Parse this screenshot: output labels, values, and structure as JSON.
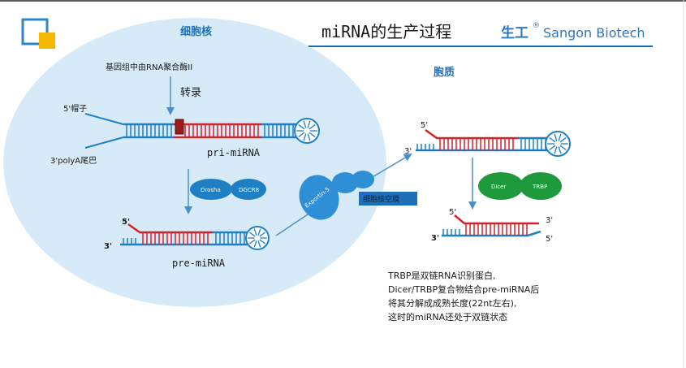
{
  "header": {
    "title": "miRNA的生产过程",
    "brand_cn": "生工",
    "brand_mark": "®",
    "brand_en": "Sangon Biotech"
  },
  "nucleus": {
    "label": "细胞核",
    "polymerase_label": "基因组中由RNA聚合酶II",
    "transcription_label": "转录",
    "cap_label": "5'帽子",
    "polya_label": "3'polyA尾巴",
    "pri_label": "pri-miRNA",
    "drosha_label": "Drosha",
    "dgcr8_label": "DGCR8",
    "end5_label": "5'",
    "end3_label": "3'",
    "pre_label": "pre-miRNA"
  },
  "export": {
    "protein_label": "Exportin-5",
    "pore_label": "细胞核空膜"
  },
  "cytoplasm": {
    "label": "胞质",
    "end5_label": "5'",
    "end3_label": "3'",
    "dicer_label": "Dicer",
    "trbp_label": "TRBP",
    "duplex_5_left": "5'",
    "duplex_3_left": "3'",
    "duplex_3_right": "3'",
    "duplex_5_right": "5'"
  },
  "description": [
    "TRBP是双链RNA识别蛋白,",
    "Dicer/TRBP复合物结合pre-miRNA后",
    "将其分解成成熟长度(22nt左右),",
    "这时的miRNA还处于双链状态"
  ],
  "colors": {
    "nucleus_fill": "#d6ebf7",
    "strand_blue": "#1e7fc4",
    "strand_red": "#d2232a",
    "accent_green": "#1e9a3c",
    "logo_yellow": "#f6b800",
    "header_line": "#1f6fb8"
  }
}
